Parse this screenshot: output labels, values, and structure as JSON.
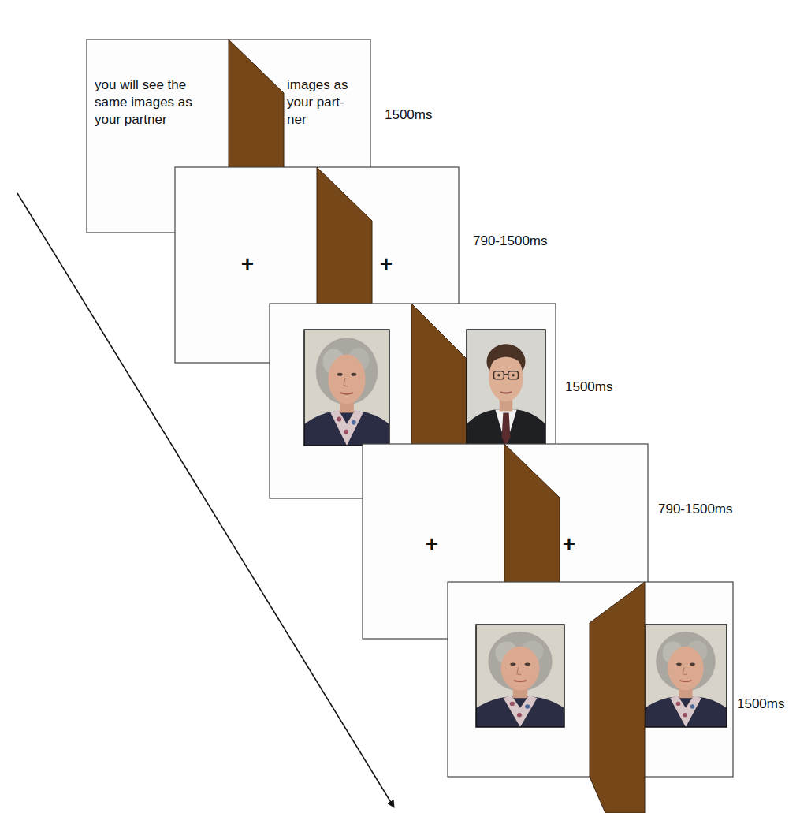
{
  "diagram": {
    "nodes": [
      {
        "text": [
          "you will see the same images as your partner",
          "images as your part- ner"
        ]
      },
      {
        "text": [
          "+",
          "+"
        ]
      },
      {
        "text": [
          "+",
          "+"
        ]
      }
    ],
    "labels": [
      "1500ms",
      "790-1500ms",
      "1500ms",
      "790-1500ms",
      "1500ms"
    ]
  }
}
